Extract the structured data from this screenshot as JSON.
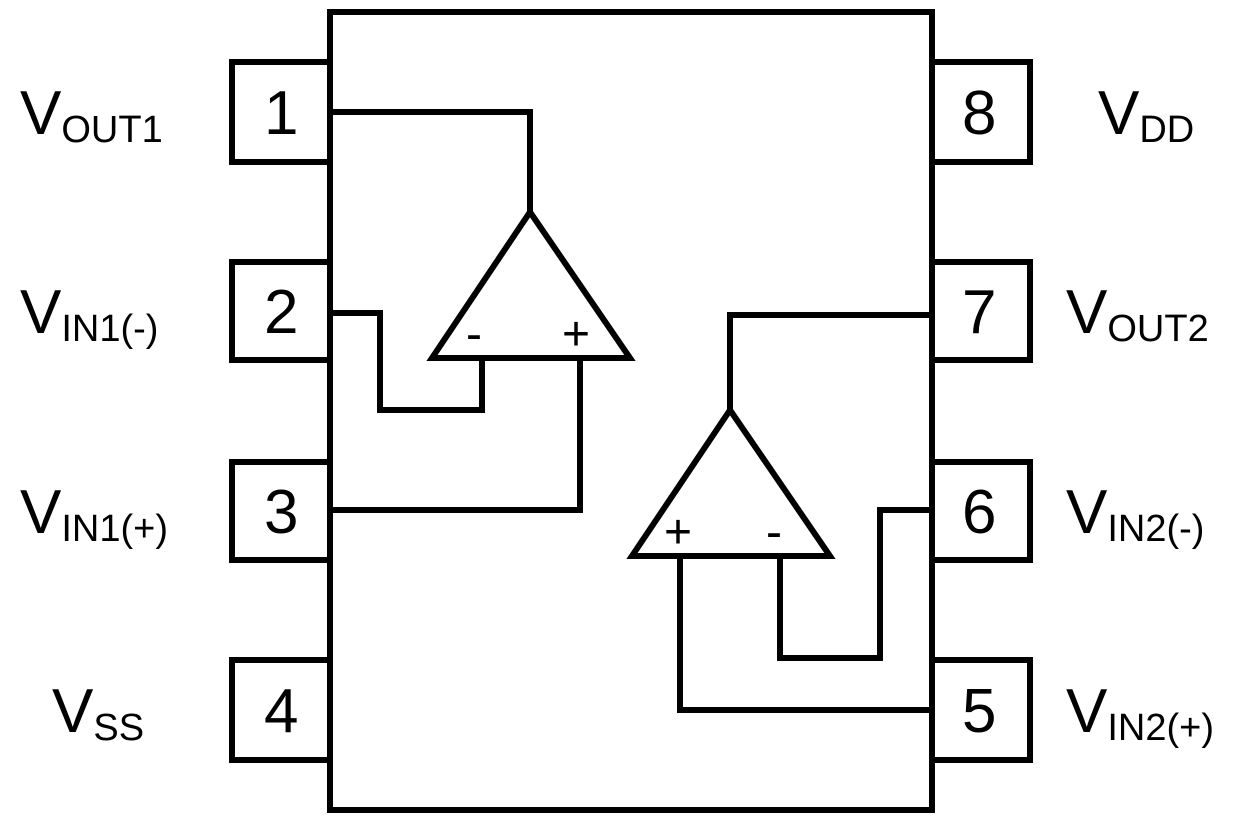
{
  "pins": [
    {
      "number": "1",
      "label_main": "V",
      "label_sub": "OUT1"
    },
    {
      "number": "2",
      "label_main": "V",
      "label_sub": "IN1(-)"
    },
    {
      "number": "3",
      "label_main": "V",
      "label_sub": "IN1(+)"
    },
    {
      "number": "4",
      "label_main": "V",
      "label_sub": "SS"
    },
    {
      "number": "5",
      "label_main": "V",
      "label_sub": "IN2(+)"
    },
    {
      "number": "6",
      "label_main": "V",
      "label_sub": "IN2(-)"
    },
    {
      "number": "7",
      "label_main": "V",
      "label_sub": "OUT2"
    },
    {
      "number": "8",
      "label_main": "V",
      "label_sub": "DD"
    }
  ],
  "opamps": [
    {
      "minus": "-",
      "plus": "+"
    },
    {
      "minus": "-",
      "plus": "+"
    }
  ]
}
